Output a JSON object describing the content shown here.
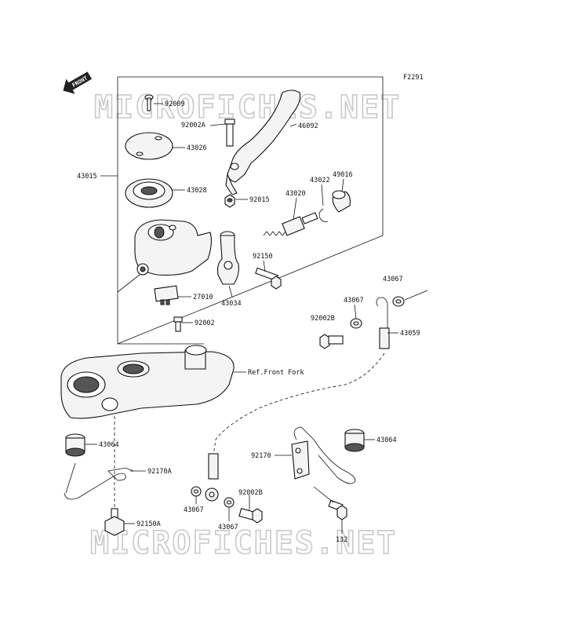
{
  "figure_code": "F2291",
  "watermark": "MICROFICHES.NET",
  "front_badge": "FRONT",
  "reference_text": "Ref.Front Fork",
  "part_labels": [
    {
      "id": "p92009",
      "text": "92009"
    },
    {
      "id": "p92002A",
      "text": "92002A"
    },
    {
      "id": "p46092",
      "text": "46092"
    },
    {
      "id": "p43026",
      "text": "43026"
    },
    {
      "id": "p43015",
      "text": "43015"
    },
    {
      "id": "p43028",
      "text": "43028"
    },
    {
      "id": "p92015",
      "text": "92015"
    },
    {
      "id": "p43020",
      "text": "43020"
    },
    {
      "id": "p43022",
      "text": "43022"
    },
    {
      "id": "p49016",
      "text": "49016"
    },
    {
      "id": "p92150",
      "text": "92150"
    },
    {
      "id": "p43034",
      "text": "43034"
    },
    {
      "id": "p27010",
      "text": "27010"
    },
    {
      "id": "p92002",
      "text": "92002"
    },
    {
      "id": "p43067a",
      "text": "43067"
    },
    {
      "id": "p43067b",
      "text": "43067"
    },
    {
      "id": "p92002B_a",
      "text": "92002B"
    },
    {
      "id": "p43059",
      "text": "43059"
    },
    {
      "id": "p43064a",
      "text": "43064"
    },
    {
      "id": "p92170A",
      "text": "92170A"
    },
    {
      "id": "p92150A",
      "text": "92150A"
    },
    {
      "id": "p92170",
      "text": "92170"
    },
    {
      "id": "p43064b",
      "text": "43064"
    },
    {
      "id": "p43067c",
      "text": "43067"
    },
    {
      "id": "p92002B_b",
      "text": "92002B"
    },
    {
      "id": "p43067d",
      "text": "43067"
    },
    {
      "id": "p132",
      "text": "132"
    }
  ]
}
